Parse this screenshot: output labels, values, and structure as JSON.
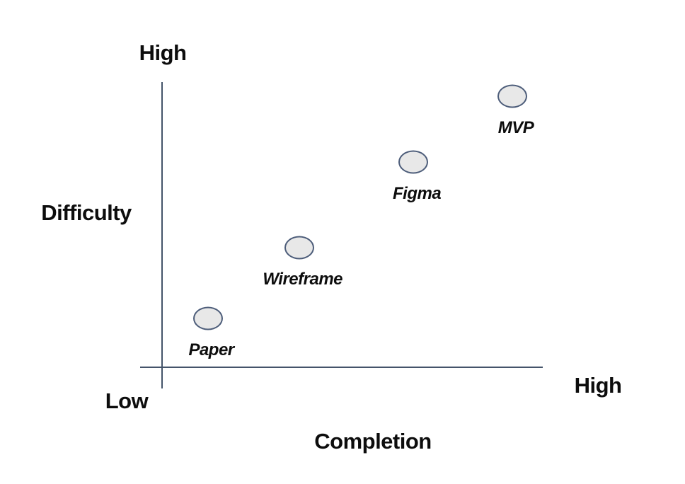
{
  "labels": {
    "y_max": "High",
    "y_title": "Difficulty",
    "origin": "Low",
    "x_max": "High",
    "x_title": "Completion"
  },
  "chart_data": {
    "type": "scatter",
    "title": "",
    "xlabel": "Completion",
    "ylabel": "Difficulty",
    "x_axis": {
      "min_label": "Low",
      "max_label": "High"
    },
    "y_axis": {
      "min_label": "Low",
      "max_label": "High"
    },
    "grid": false,
    "legend": false,
    "axis_color": "#44546A",
    "point_fill": "#e8e8e8",
    "point_border": "#4d5d7a",
    "text_color": "#0d0d0d",
    "points": [
      {
        "label": "Paper",
        "x": 0.12,
        "y": 0.17
      },
      {
        "label": "Wireframe",
        "x": 0.36,
        "y": 0.42
      },
      {
        "label": "Figma",
        "x": 0.66,
        "y": 0.72
      },
      {
        "label": "MVP",
        "x": 0.92,
        "y": 0.95
      }
    ]
  }
}
